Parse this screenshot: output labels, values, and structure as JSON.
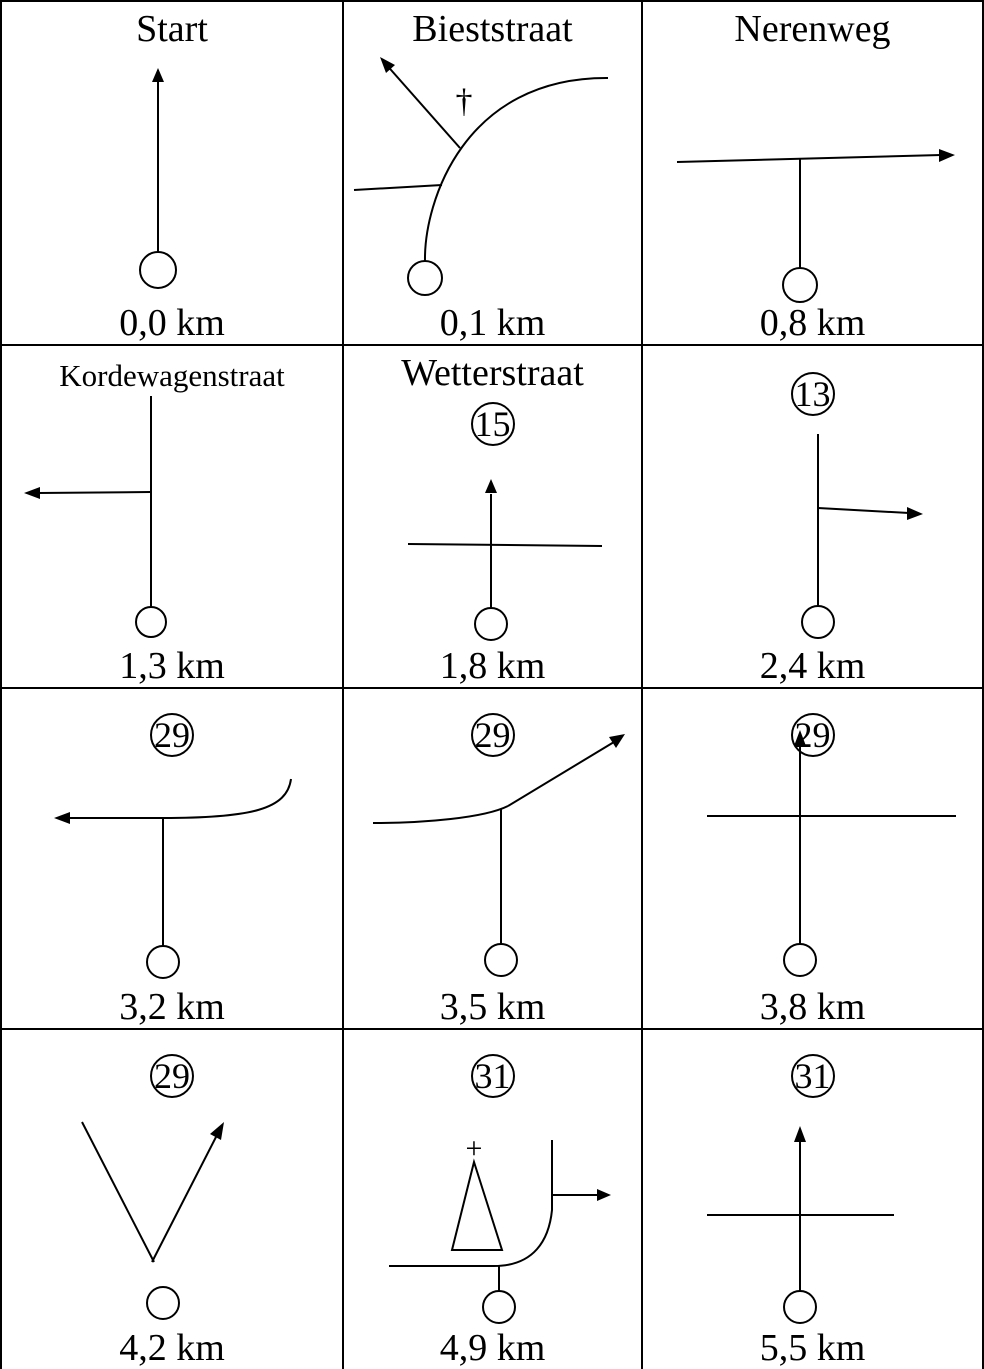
{
  "cells": [
    {
      "title": "Start",
      "distance": "0,0 km"
    },
    {
      "title": "Bieststraat",
      "distance": "0,1 km"
    },
    {
      "title": "Nerenweg",
      "distance": "0,8 km"
    },
    {
      "title": "Kordewagenstraat",
      "distance": "1,3 km"
    },
    {
      "title": "Wetterstraat",
      "route": "15",
      "distance": "1,8 km"
    },
    {
      "route": "13",
      "distance": "2,4 km"
    },
    {
      "route": "29",
      "distance": "3,2 km"
    },
    {
      "route": "29",
      "distance": "3,5 km"
    },
    {
      "route": "29",
      "distance": "3,8 km"
    },
    {
      "route": "29",
      "distance": "4,2 km"
    },
    {
      "route": "31",
      "distance": "4,9 km"
    },
    {
      "route": "31",
      "distance": "5,5 km"
    }
  ],
  "symbols": {
    "cross": "†",
    "church_cross": "+"
  }
}
